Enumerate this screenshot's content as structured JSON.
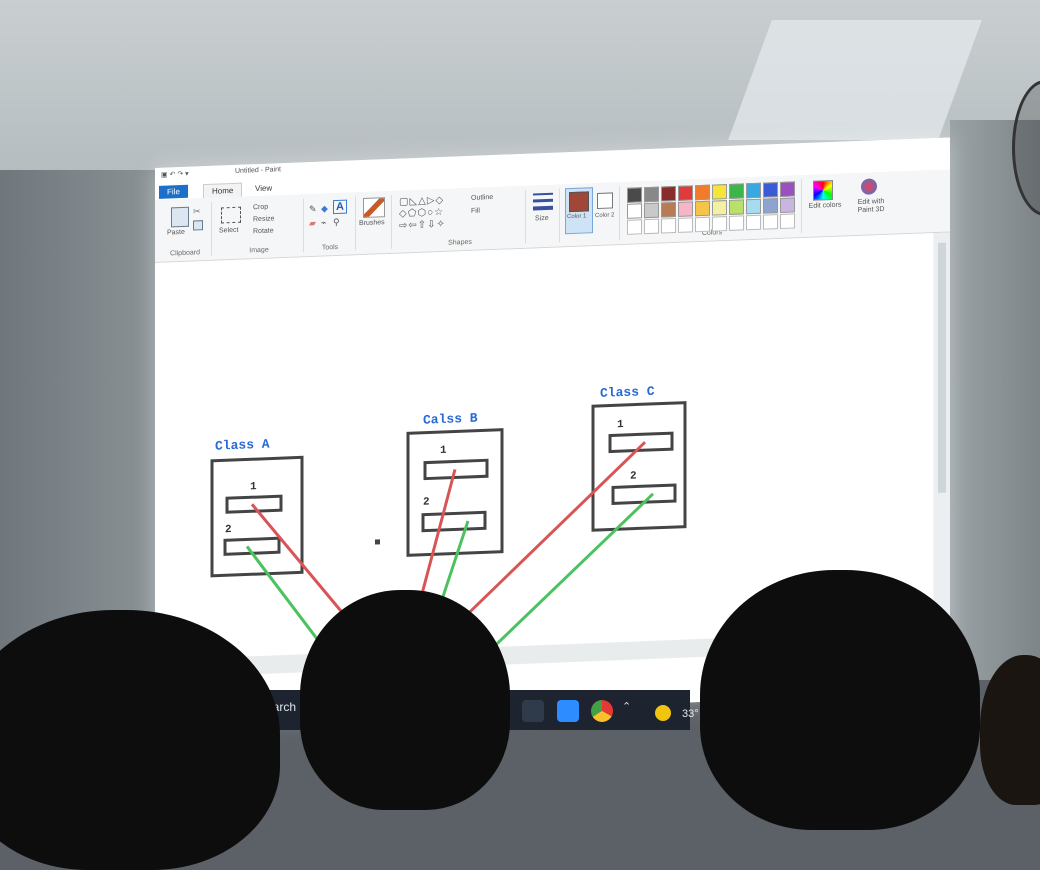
{
  "app": {
    "title": "Untitled - Paint",
    "tabs": [
      "File",
      "Home",
      "View"
    ]
  },
  "ribbon": {
    "clipboard": {
      "paste_label": "Paste",
      "group_label": "Clipboard"
    },
    "image": {
      "select_label": "Select",
      "crop_label": "Crop",
      "resize_label": "Resize",
      "rotate_label": "Rotate",
      "group_label": "Image"
    },
    "tools": {
      "group_label": "Tools",
      "text_tool": "A"
    },
    "brushes": {
      "label": "Brushes"
    },
    "shapes": {
      "outline_label": "Outline",
      "fill_label": "Fill",
      "group_label": "Shapes"
    },
    "size": {
      "label": "Size"
    },
    "color1": {
      "label": "Color 1",
      "value": "#a0473a"
    },
    "color2": {
      "label": "Color 2",
      "value": "#ffffff"
    },
    "colors": {
      "group_label": "Colors",
      "palette_row1": [
        "#4a4a4a",
        "#888888",
        "#8b2c2c",
        "#e03b3b",
        "#f07b2a",
        "#f5e53b",
        "#3cb54a",
        "#38a9e0",
        "#3b5bd6",
        "#9b4fc0"
      ],
      "palette_row2": [
        "#ffffff",
        "#c9c9c9",
        "#b97a56",
        "#f6b6c8",
        "#f7c44a",
        "#f4f0a1",
        "#b9e06a",
        "#a6dcef",
        "#8fa3cf",
        "#c8b6e0"
      ]
    },
    "edit_colors_label": "Edit colors",
    "paint3d_label": "Edit with Paint 3D"
  },
  "canvas": {
    "labels": [
      "Class A",
      "Calss B",
      "Class C"
    ],
    "slot_numbers": [
      "1",
      "2",
      "1",
      "2",
      "1",
      "2"
    ],
    "line_colors": {
      "red": "#d95454",
      "green": "#4cc25f"
    }
  },
  "taskbar": {
    "search_text": "o search",
    "temperature": "33°"
  }
}
